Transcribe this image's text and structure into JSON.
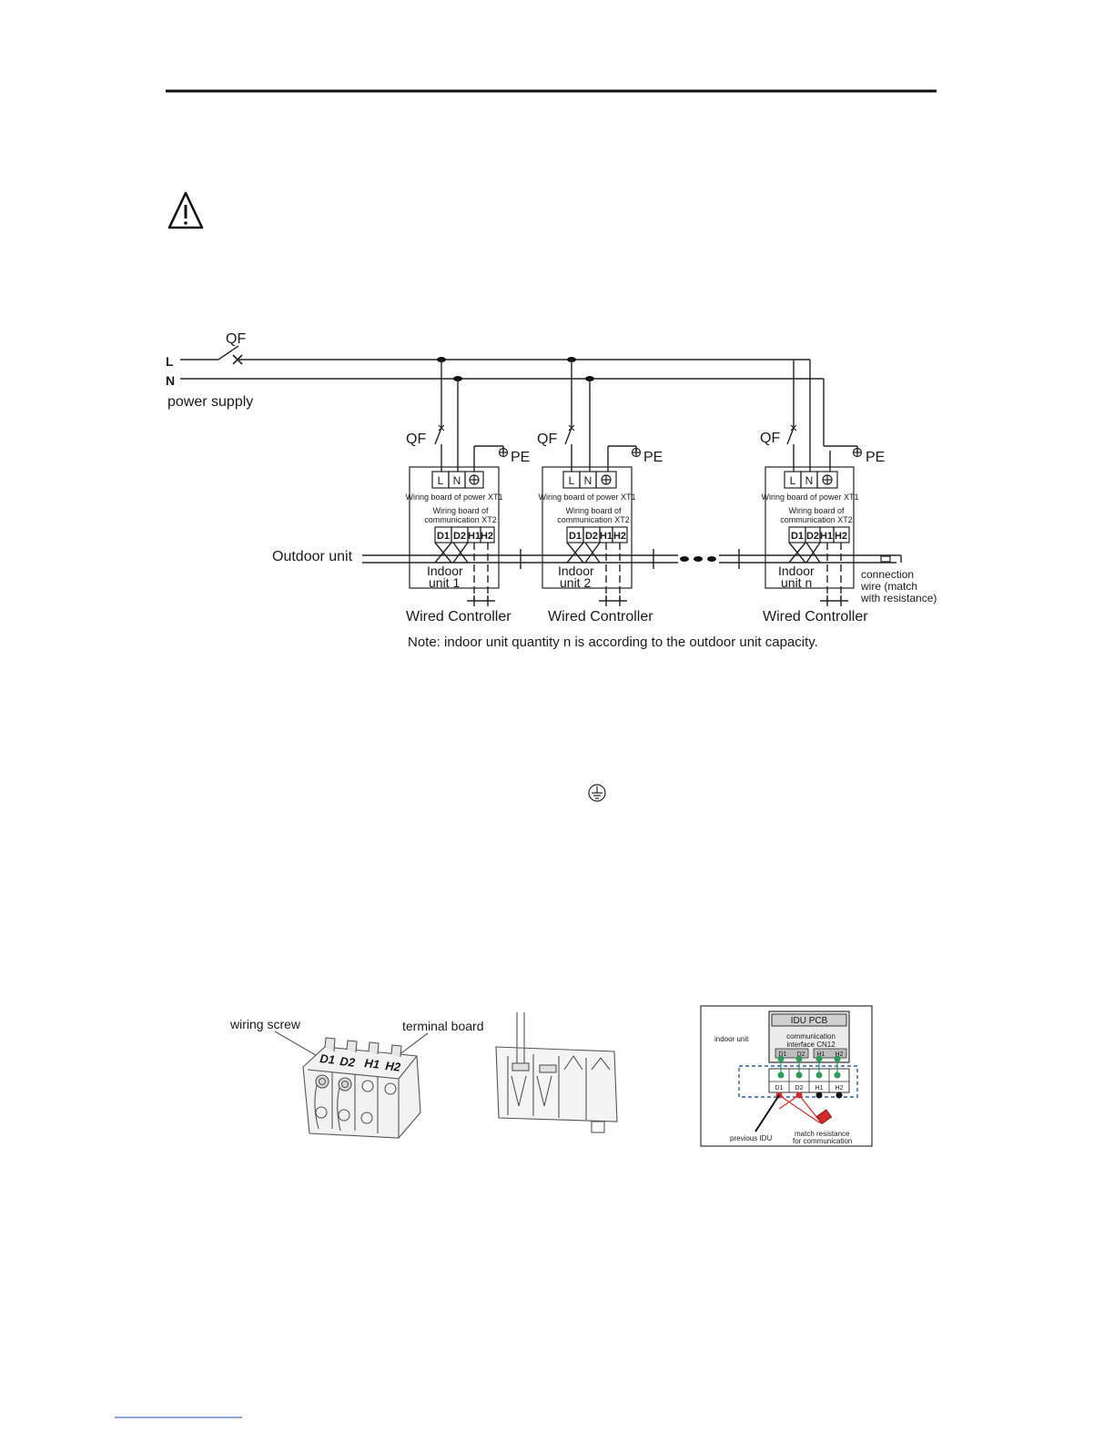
{
  "main_diagram": {
    "supply": {
      "breaker_label": "QF",
      "line_label": "L",
      "neutral_label": "N",
      "supply_label": "power supply"
    },
    "outdoor_label": "Outdoor unit",
    "units": [
      {
        "breaker": "QF",
        "pe": "PE",
        "term_l": "L",
        "term_n": "N",
        "power_board": "Wiring board of power XT1",
        "comm_board_1": "Wiring board of",
        "comm_board_2": "communication  XT2",
        "d1": "D1",
        "d2": "D2",
        "h1": "H1",
        "h2": "H2",
        "name_1": "Indoor",
        "name_2": "unit 1",
        "controller": "Wired Controller"
      },
      {
        "breaker": "QF",
        "pe": "PE",
        "term_l": "L",
        "term_n": "N",
        "power_board": "Wiring board of power XT1",
        "comm_board_1": "Wiring board of",
        "comm_board_2": "communication  XT2",
        "d1": "D1",
        "d2": "D2",
        "h1": "H1",
        "h2": "H2",
        "name_1": "Indoor",
        "name_2": "unit 2",
        "controller": "Wired Controller"
      },
      {
        "breaker": "QF",
        "pe": "PE",
        "term_l": "L",
        "term_n": "N",
        "power_board": "Wiring board of power XT1",
        "comm_board_1": "Wiring board of",
        "comm_board_2": "communication  XT2",
        "d1": "D1",
        "d2": "D2",
        "h1": "H1",
        "h2": "H2",
        "name_1": "Indoor",
        "name_2": "unit n",
        "controller": "Wired Controller"
      }
    ],
    "end_note": [
      "connection",
      "wire (match",
      "with resistance)"
    ],
    "note": "Note: indoor unit quantity n is according to the outdoor unit capacity."
  },
  "terminal_photo": {
    "wiring_screw": "wiring screw",
    "terminal_board": "terminal board",
    "marks": {
      "d1": "D1",
      "d2": "D2",
      "h1": "H1",
      "h2": "H2"
    }
  },
  "pcb_diagram": {
    "pcb_label": "IDU PCB",
    "indoor_unit": "indoor unit",
    "interface_1": "communication",
    "interface_2": "interface CN12",
    "pins": [
      "D1",
      "D2",
      "H1",
      "H2"
    ],
    "terminals": [
      "D1",
      "D2",
      "H1",
      "H2"
    ],
    "previous_idu": "previous IDU",
    "resistance_1": "match resistance",
    "resistance_2": "for communication",
    "colors": {
      "pin_green": "#2e9a5c",
      "wire_red": "#d42a2a",
      "border_blue": "#2a5fb0",
      "pcb_grey": "#cfcfcf"
    }
  }
}
